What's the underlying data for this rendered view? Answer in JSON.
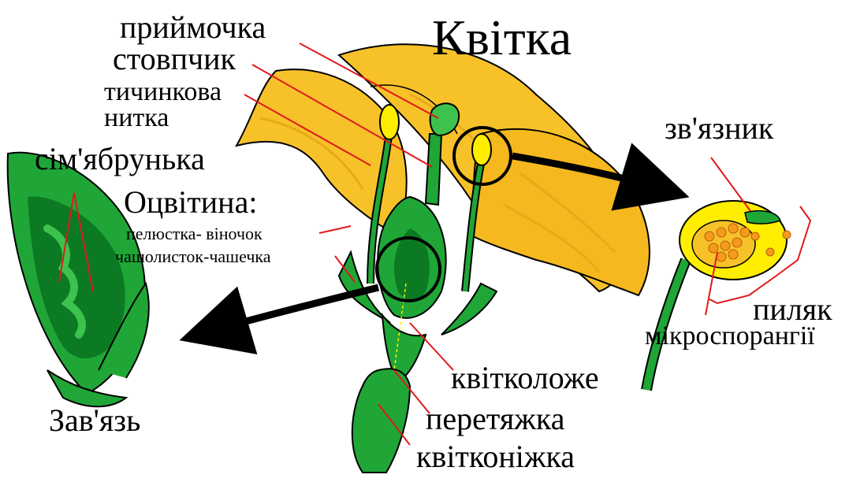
{
  "title": "Квітка",
  "labels": {
    "stigma": "приймочка",
    "style": "стовпчик",
    "filament_line1": "тичинкова",
    "filament_line2": "нитка",
    "ovule": "сім'ябрунька",
    "perianth": "Оцвітина:",
    "petal": "пелюстка- віночок",
    "sepal": "чашолисток-чашечка",
    "ovary": "Зав'язь",
    "receptacle": "квітколоже",
    "constriction": "перетяжка",
    "pedicel": "квітконіжка",
    "connective": "зв'язник",
    "anther": "пиляк",
    "microsporangia": "мікроспорангії"
  },
  "colors": {
    "petal": "#f7c12a",
    "petal_dark": "#e9a91a",
    "green": "#1fa637",
    "green_dark": "#0b7a23",
    "green_light": "#3cc24d",
    "yellow": "#ffee00",
    "pollen": "#f59a1c",
    "leader": "#e0191b",
    "arrow": "#000000"
  }
}
